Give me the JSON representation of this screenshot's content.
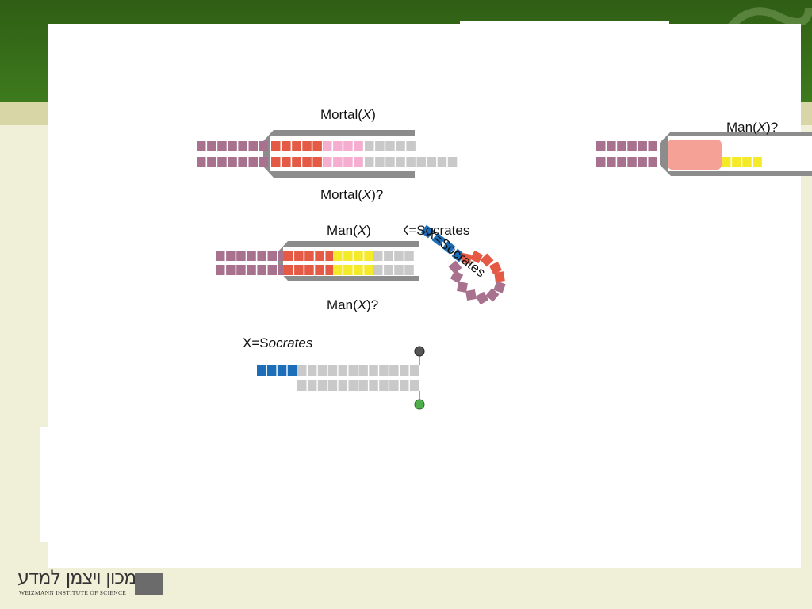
{
  "labels": {
    "mortal_x": {
      "pre": "Mortal(",
      "var": "X",
      "post": ")"
    },
    "mortal_x_q": {
      "pre": "Mortal(",
      "var": "X",
      "post": ")?"
    },
    "man_x_q_right": {
      "pre": "Man(",
      "var": "X",
      "post": ")?"
    },
    "man_x": {
      "pre": "Man(",
      "var": "X",
      "post": ")"
    },
    "man_x_q": {
      "pre": "Man(",
      "var": "X",
      "post": ")?"
    },
    "x_socrates_overlap": "X=Socrates",
    "x_socrates_rotated": "X=Socrates",
    "x_socrates_probe": {
      "pre": "X=S",
      "italic": "ocrates"
    }
  },
  "logo": {
    "hebrew": "מכון ויצמן למדע",
    "english": "WEIZMANN INSTITUTE OF SCIENCE"
  },
  "colors": {
    "purple_strand": "#a8728f",
    "red_segment": "#e55a44",
    "pink_segment": "#f5aed0",
    "yellow_segment": "#f5ea2a",
    "gray_segment": "#c9c9c9",
    "blue_segment": "#1d6eb8",
    "salmon_block": "#f6a196",
    "enzyme_gray": "#8c8c8c",
    "header_green": "#2f5e14"
  }
}
